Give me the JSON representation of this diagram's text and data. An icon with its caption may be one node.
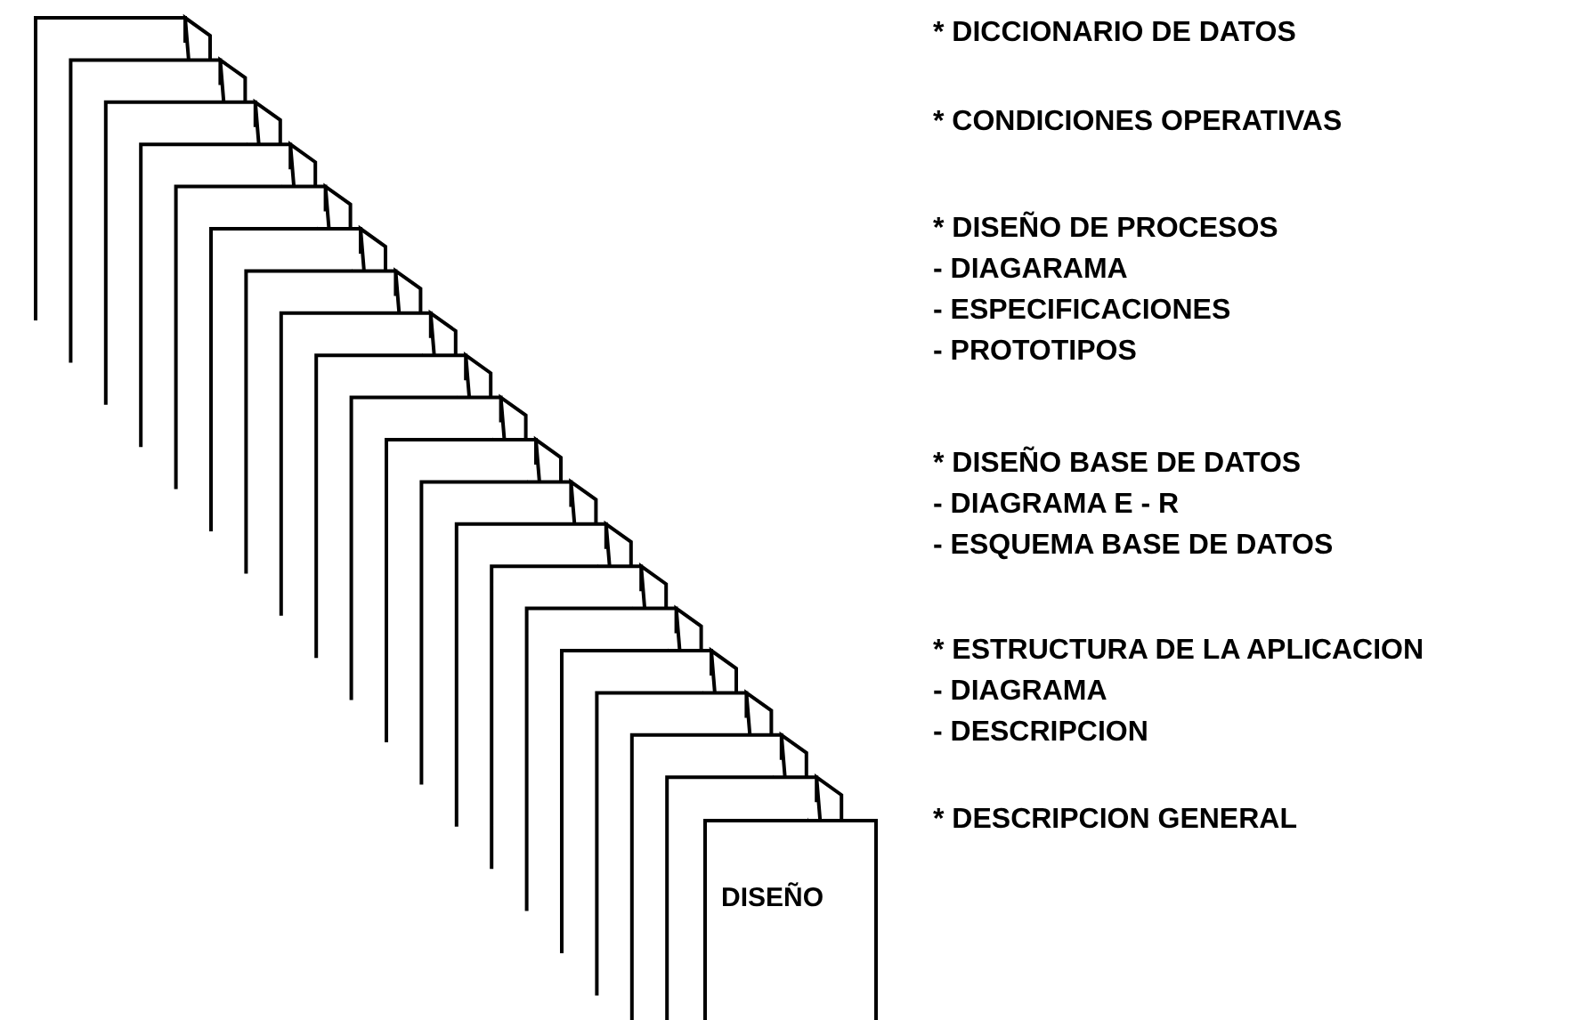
{
  "diagram": {
    "nodes": [
      {
        "text": [
          "DISEÑO"
        ]
      }
    ],
    "labels": [
      "* DICCIONARIO DE DATOS",
      "* CONDICIONES OPERATIVAS",
      "* DISEÑO DE PROCESOS",
      "- DIAGARAMA",
      "- ESPECIFICACIONES",
      "- PROTOTIPOS",
      "* DISEÑO BASE DE DATOS",
      "- DIAGRAMA E - R",
      "- ESQUEMA BASE DE DATOS",
      "* ESTRUCTURA DE LA APLICACION",
      "- DIAGRAMA",
      "- DESCRIPCION",
      "* DESCRIPCION GENERAL"
    ]
  }
}
